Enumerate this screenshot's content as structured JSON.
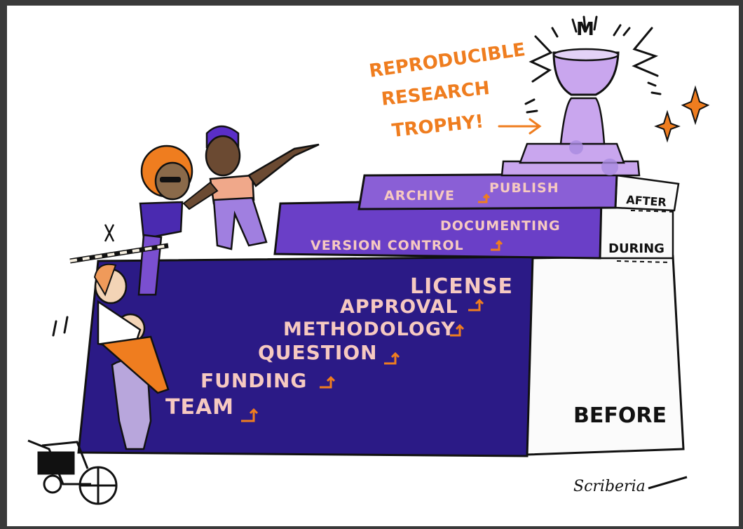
{
  "illustration": {
    "trophy_caption": [
      "REPRODUCIBLE",
      "RESEARCH",
      "TROPHY!"
    ],
    "stages": {
      "after": "AFTER",
      "during": "DURING",
      "before": "BEFORE"
    },
    "after_steps": [
      "ARCHIVE",
      "PUBLISH"
    ],
    "during_steps": [
      "DOCUMENTING",
      "VERSION CONTROL"
    ],
    "before_steps": [
      "LICENSE",
      "APPROVAL",
      "METHODOLOGY",
      "QUESTION",
      "FUNDING",
      "TEAM"
    ],
    "signature": "Scriberia",
    "colors": {
      "frame": "#3a3a3a",
      "before_block": "#2b1a86",
      "during_block": "#6a3fc7",
      "after_block": "#8a5fd6",
      "step_text": "#f6c9c1",
      "accent_orange": "#ef7d1f",
      "trophy": "#c9a6ee"
    },
    "icons": [
      "trophy-icon",
      "sparkle-icon",
      "wheelchair-icon",
      "arrow-icon"
    ]
  }
}
